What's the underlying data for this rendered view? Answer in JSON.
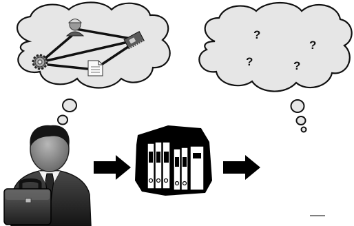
{
  "diagram": {
    "left_thought": {
      "icons": [
        "worker-icon",
        "gear-icon",
        "circuit-board-icon",
        "document-icon"
      ]
    },
    "right_thought": {
      "question_marks": [
        "?",
        "?",
        "?",
        "?"
      ]
    },
    "flow": [
      "person-with-briefcase",
      "arrow",
      "binder-collection",
      "arrow"
    ],
    "colors": {
      "cloud_fill": "#e6e6e6",
      "cloud_stroke": "#111111",
      "arrow": "#000000",
      "binder_body": "#1c1c1c",
      "suit": "#2b2b2b",
      "face": "#8f8f8f"
    }
  }
}
